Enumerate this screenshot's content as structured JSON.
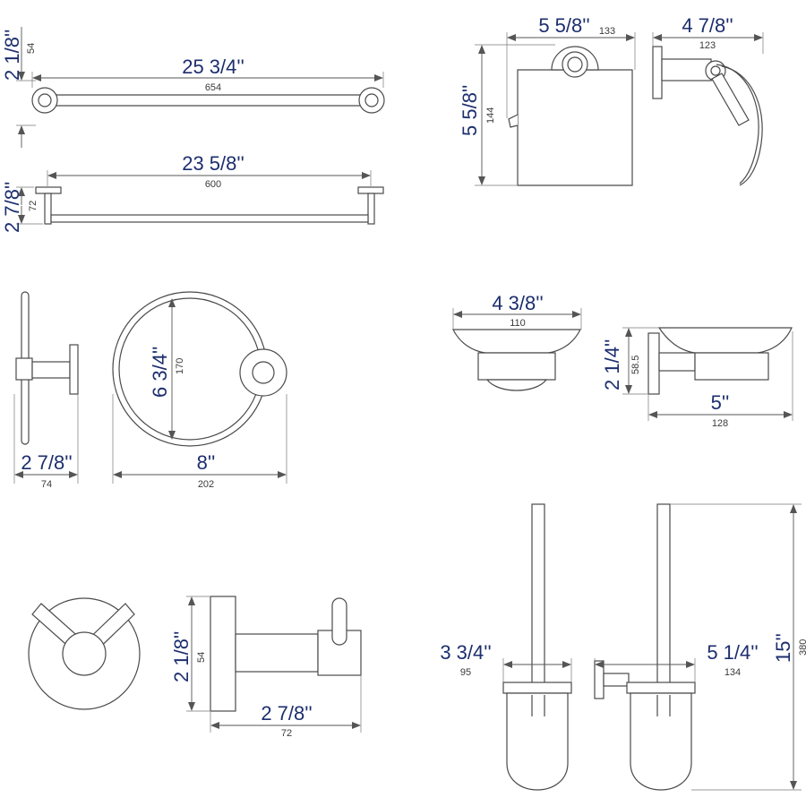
{
  "accent_color": "#1c2e6e",
  "line_color": "#4a4a4a",
  "towel_bar_long": {
    "height_in": "2 1/8''",
    "height_mm": "54",
    "length_in": "25 3/4''",
    "length_mm": "654"
  },
  "towel_bar_side": {
    "length_in": "23 5/8''",
    "length_mm": "600",
    "depth_in": "2 7/8''",
    "depth_mm": "72"
  },
  "paper_holder": {
    "width_in": "5 5/8''",
    "width_mm": "133",
    "height_in": "5 5/8''",
    "height_mm": "144",
    "depth_in": "4 7/8''",
    "depth_mm": "123"
  },
  "towel_ring_side": {
    "depth_in": "2 7/8''",
    "depth_mm": "74"
  },
  "towel_ring": {
    "height_in": "6 3/4''",
    "height_mm": "170",
    "width_in": "8''",
    "width_mm": "202"
  },
  "soap_dish": {
    "width_in": "4 3/8''",
    "width_mm": "110",
    "height_in": "2 1/4''",
    "height_mm": "58.5",
    "depth_in": "5''",
    "depth_mm": "128"
  },
  "robe_hook": {
    "height_in": "2 1/8''",
    "height_mm": "54",
    "depth_in": "2 7/8''",
    "depth_mm": "72"
  },
  "toilet_brush": {
    "width_in": "3 3/4''",
    "width_mm": "95",
    "depth_in": "5 1/4''",
    "depth_mm": "134",
    "height_in": "15''",
    "height_mm": "380"
  }
}
